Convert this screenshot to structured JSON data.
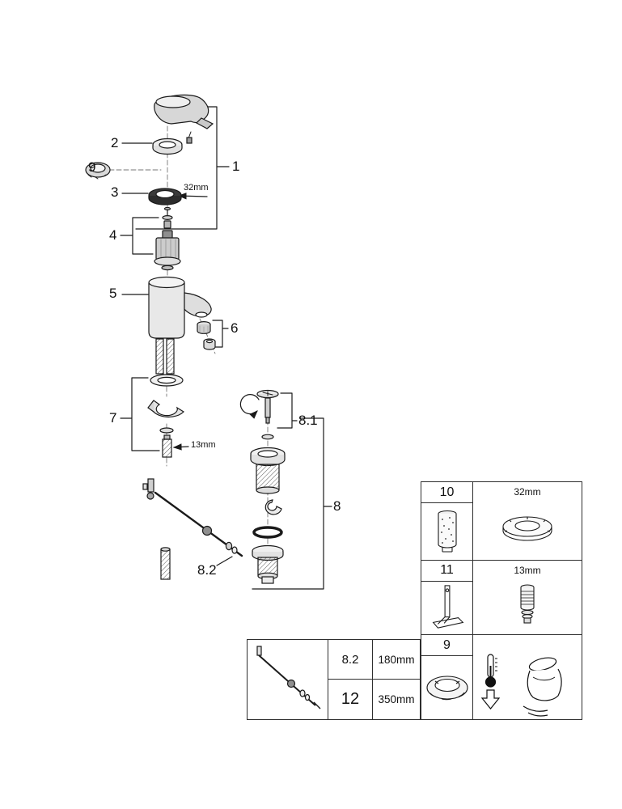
{
  "diagram": {
    "callouts": {
      "c1": "1",
      "c2": "2",
      "c3": "3",
      "c4": "4",
      "c5": "5",
      "c6": "6",
      "c7": "7",
      "c8": "8",
      "c8_1": "8.1",
      "c8_2": "8.2",
      "c9": "9"
    },
    "dims": {
      "escutcheon_ring": "32mm",
      "mounting_stud": "13mm"
    }
  },
  "service_parts_table": {
    "rows": [
      {
        "number": "10",
        "part_icon": "cartridge-icon",
        "detail_label": "32mm",
        "detail_icon": "escutcheon-ring-icon"
      },
      {
        "number": "11",
        "part_icon": "mounting-pin-tool-icon",
        "detail_label": "13mm",
        "detail_icon": "extension-stud-icon"
      },
      {
        "number": "9",
        "part_icon": "swivel-cap-icon",
        "detail_label": "",
        "detail_icon": "thermometer-flush-faucet-icon"
      }
    ]
  },
  "rod_length_table": {
    "icon": "pop-up-rod-icon",
    "rows": [
      {
        "number": "8.2",
        "length": "180mm"
      },
      {
        "number": "12",
        "length": "350mm"
      }
    ]
  },
  "colors": {
    "line": "#1a1a1a",
    "metal_light": "#e8e8e8",
    "metal_mid": "#c9c9c9",
    "metal_dark": "#2e2e2e"
  }
}
